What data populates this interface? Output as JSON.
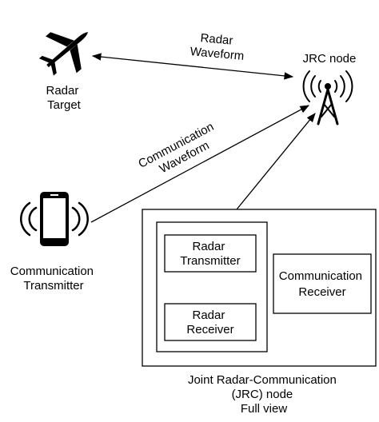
{
  "labels": {
    "radar_target": [
      "Radar",
      "Target"
    ],
    "radar_waveform": [
      "Radar",
      "Waveform"
    ],
    "jrc_node": "JRC node",
    "communication_waveform": [
      "Communication",
      "Waveform"
    ],
    "communication_transmitter": [
      "Communication",
      "Transmitter"
    ],
    "radar_transmitter": [
      "Radar",
      "Transmitter"
    ],
    "radar_receiver": [
      "Radar",
      "Receiver"
    ],
    "communication_receiver": [
      "Communication",
      "Receiver"
    ],
    "jrc_caption": [
      "Joint Radar-Communication",
      "(JRC) node",
      "Full view"
    ]
  },
  "icons": {
    "airplane": "airplane-icon",
    "antenna_tower": "antenna-tower-icon",
    "smartphone": "smartphone-icon"
  },
  "colors": {
    "stroke": "#000000",
    "background": "#ffffff"
  }
}
